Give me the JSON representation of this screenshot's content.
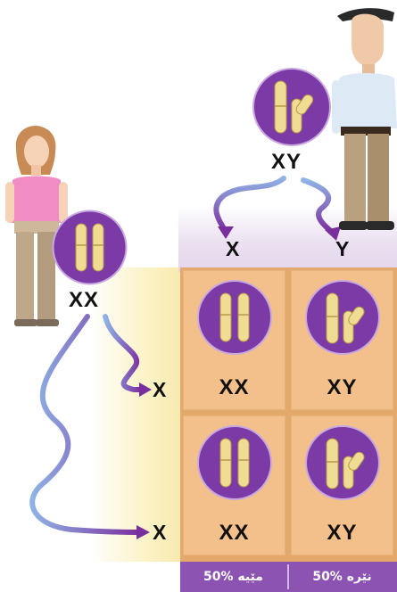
{
  "parents": {
    "female": {
      "genotype": "XX"
    },
    "male": {
      "genotype": "XY"
    }
  },
  "gametes": {
    "male": [
      "X",
      "Y"
    ],
    "female": [
      "X",
      "X"
    ]
  },
  "grid": {
    "row1": [
      "XX",
      "XY"
    ],
    "row2": [
      "XX",
      "XY"
    ]
  },
  "footer": {
    "female_label": "50% مێیە",
    "male_label": "50% نێرە"
  },
  "colors": {
    "purple": "#7b3aa6",
    "chromosome": "#f0dd93",
    "cell": "#f3c08c",
    "footer": "#8d53b2"
  }
}
